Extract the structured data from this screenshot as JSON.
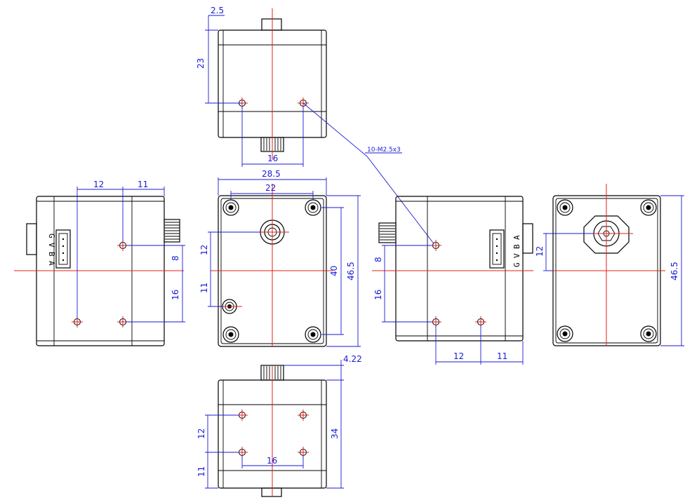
{
  "colors": {
    "outline": "#000000",
    "centerline": "#e0201a",
    "dimension": "#1a1ad6",
    "background": "#ffffff"
  },
  "top_view": {
    "dim_offset": "2.5",
    "dim_height": "23",
    "dim_hole_spacing": "16",
    "callout": "10-M2.5x3"
  },
  "front_view": {
    "dim_width": "28.5",
    "dim_inner_width": "22",
    "dim_12": "12",
    "dim_11": "11",
    "dim_40": "40",
    "dim_height": "46.5"
  },
  "left_view": {
    "dim_12": "12",
    "dim_11": "11",
    "dim_8": "8",
    "dim_16": "16",
    "connector": [
      "G",
      "V",
      "B",
      "A"
    ]
  },
  "right_view": {
    "dim_8": "8",
    "dim_16": "16",
    "dim_12": "12",
    "dim_11": "11",
    "connector": [
      "G",
      "V",
      "B",
      "A"
    ]
  },
  "back_view": {
    "dim_12": "12",
    "dim_height": "46.5"
  },
  "bottom_view": {
    "dim_offset": "4.22",
    "dim_height": "34",
    "dim_12": "12",
    "dim_11": "11",
    "dim_hole_spacing": "16"
  }
}
